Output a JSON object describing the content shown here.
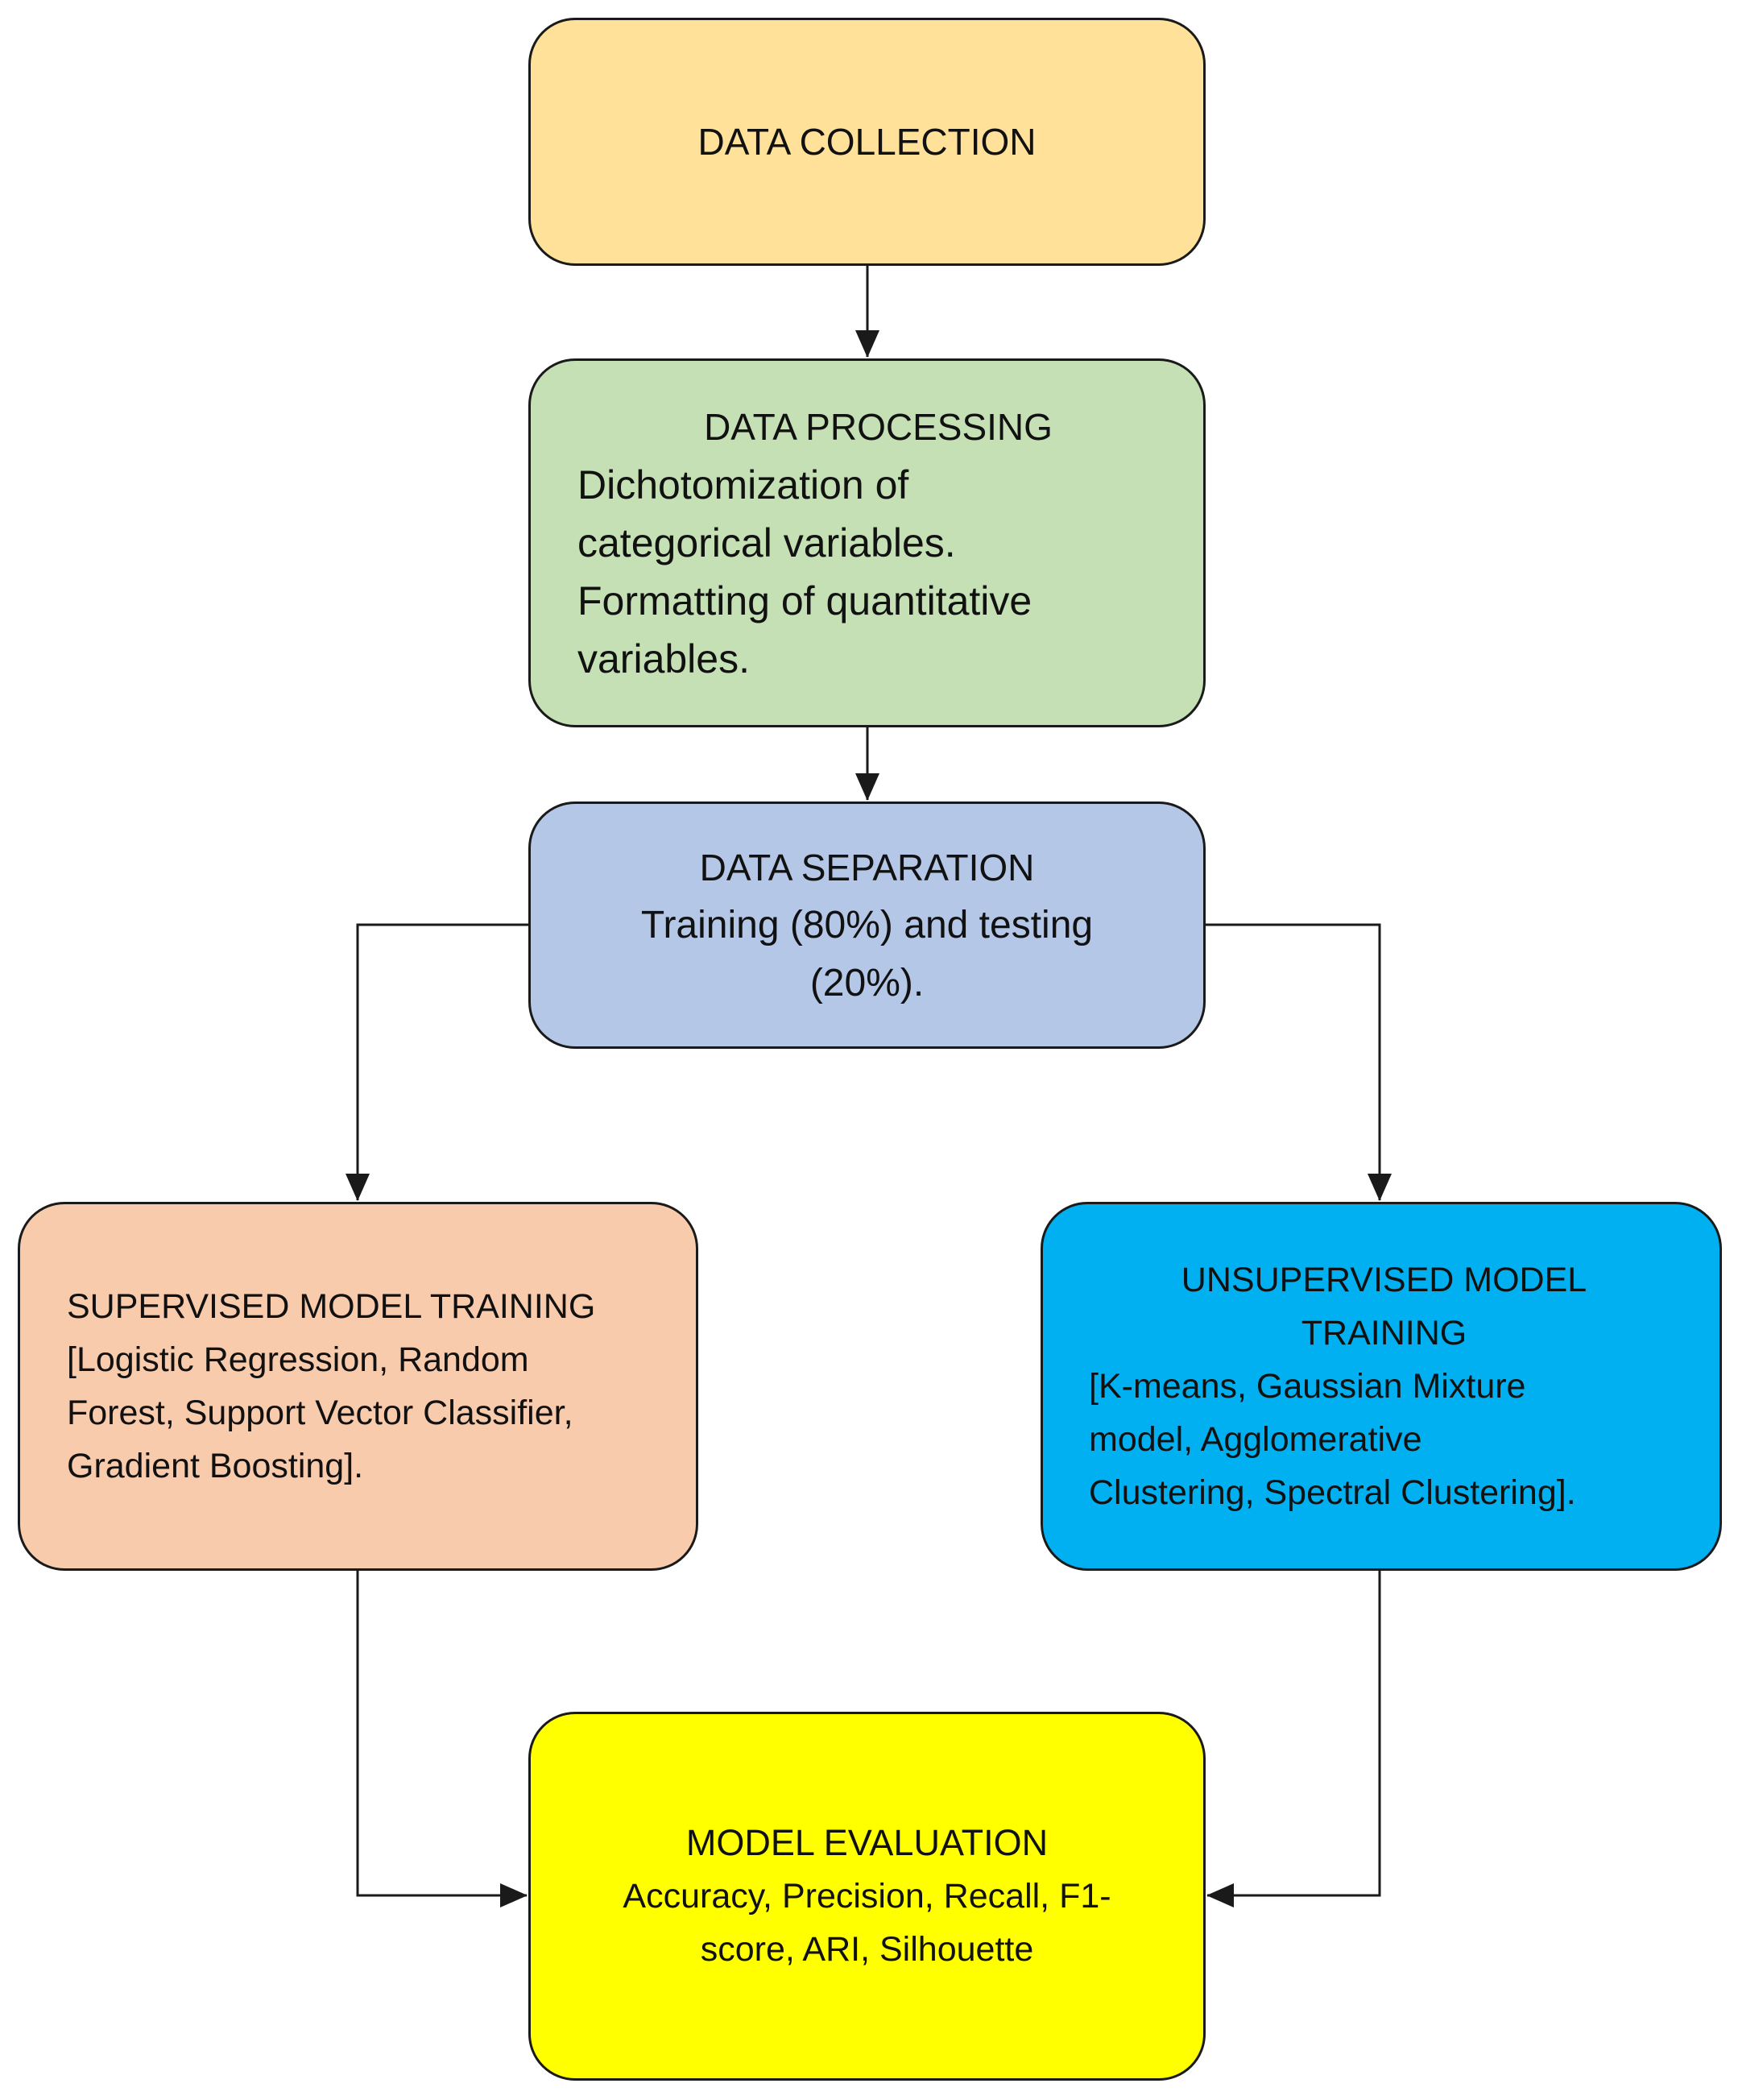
{
  "nodes": {
    "collection": {
      "title": "DATA COLLECTION",
      "color": "#ffe199"
    },
    "processing": {
      "title": "DATA PROCESSING",
      "body": "Dichotomization of\ncategorical variables.\nFormatting of quantitative\nvariables.",
      "color": "#c5e0b4"
    },
    "separation": {
      "title": "DATA SEPARATION",
      "body": "Training (80%) and testing\n(20%).",
      "color": "#b4c7e7"
    },
    "supervised": {
      "title": "SUPERVISED MODEL TRAINING",
      "body": "[Logistic Regression, Random\nForest, Support Vector Classifier,\nGradient Boosting].",
      "color": "#f8cbad"
    },
    "unsupervised": {
      "title": "UNSUPERVISED MODEL\nTRAINING",
      "body": "[K-means, Gaussian Mixture\nmodel, Agglomerative\nClustering, Spectral Clustering].",
      "color": "#00b0f0"
    },
    "evaluation": {
      "title": "MODEL EVALUATION",
      "body": "Accuracy, Precision, Recall, F1-\nscore, ARI, Silhouette",
      "color": "#ffff00"
    }
  },
  "edges": [
    {
      "from": "collection",
      "to": "processing"
    },
    {
      "from": "processing",
      "to": "separation"
    },
    {
      "from": "separation",
      "to": "supervised"
    },
    {
      "from": "separation",
      "to": "unsupervised"
    },
    {
      "from": "supervised",
      "to": "evaluation"
    },
    {
      "from": "unsupervised",
      "to": "evaluation"
    }
  ],
  "colors": {
    "line": "#1a1a1a",
    "background": "#ffffff"
  }
}
